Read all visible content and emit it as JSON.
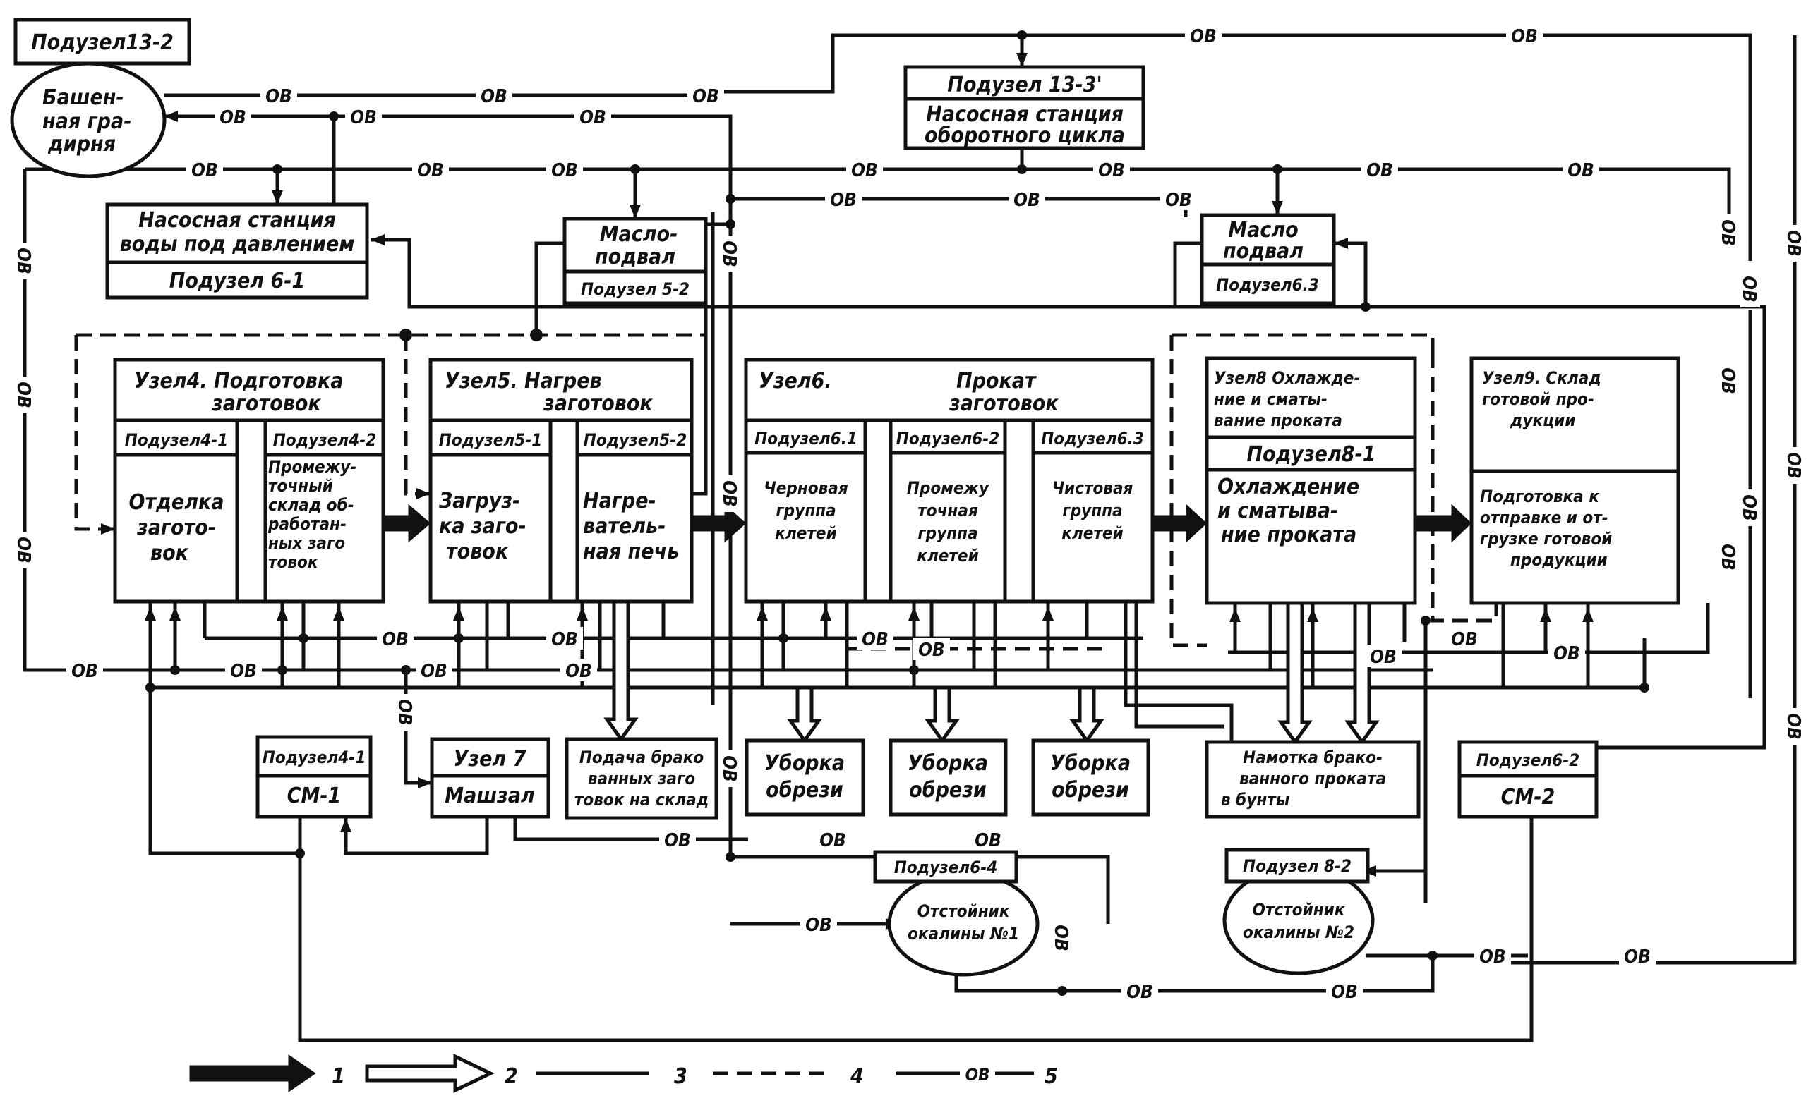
{
  "line_label": "OB",
  "nodes": {
    "n13_2": {
      "label": "Подузел13-2",
      "body": [
        "Башен-",
        "ная гра-",
        "дирня"
      ]
    },
    "pump_pressure": {
      "title": [
        "Насосная станция",
        "воды под давлением"
      ],
      "sub": "Подузел 6-1"
    },
    "oil5_2": {
      "title": [
        "Масло-",
        "подвал"
      ],
      "sub": "Подузел 5-2"
    },
    "n13_3": {
      "label": "Подузел 13-3'",
      "title": [
        "Насосная станция",
        "оборотного цикла"
      ]
    },
    "oil6_3": {
      "title": [
        "Масло",
        "подвал"
      ],
      "sub": "Подузел6.3"
    },
    "u4": {
      "title": [
        "Узел4.  Подготовка",
        "заготовок"
      ],
      "subs": [
        {
          "label": "Подузел4-1",
          "body": [
            "Отделка",
            "загото-",
            "вок"
          ]
        },
        {
          "label": "Подузел4-2",
          "body": [
            "Промежу-",
            "точный",
            "склад об-",
            "работан-",
            "ных заго",
            "товок"
          ]
        }
      ]
    },
    "u5": {
      "title": [
        "Узел5.   Нагрев",
        "заготовок"
      ],
      "subs": [
        {
          "label": "Подузел5-1",
          "body": [
            "Загруз-",
            "ка заго-",
            "товок"
          ]
        },
        {
          "label": "Подузел5-2",
          "body": [
            "Нагре-",
            "ватель-",
            "ная печь"
          ]
        }
      ]
    },
    "u6": {
      "title": [
        "Узел6.",
        "Прокат",
        "заготовок"
      ],
      "subs": [
        {
          "label": "Подузел6.1",
          "body": [
            "Черновая",
            "группа",
            "клетей"
          ]
        },
        {
          "label": "Подузел6-2",
          "body": [
            "Промежу",
            "точная",
            "группа",
            "клетей"
          ]
        },
        {
          "label": "Подузел6.3",
          "body": [
            "Чистовая",
            "группа",
            "клетей"
          ]
        }
      ]
    },
    "u8": {
      "title": [
        "Узел8 Охлажде-",
        "ние и сматы-",
        "вание проката"
      ],
      "sub": "Подузел8-1",
      "body": [
        "Охлаждение",
        "и сматыва-",
        "ние проката"
      ]
    },
    "u9": {
      "title": [
        "Узел9. Склад",
        "готовой про-",
        "дукции"
      ],
      "body": [
        "Подготовка к",
        "отправке и от-",
        "грузке готовой",
        "продукции"
      ]
    },
    "sm1": {
      "label": "Подузел4-1",
      "body": "СМ-1"
    },
    "u7": {
      "label": "Узел  7",
      "body": "Машзал"
    },
    "reject_feed": {
      "body": [
        "Подача брако",
        "ванных заго",
        "товок на склад"
      ]
    },
    "trim1": {
      "body": [
        "Уборка",
        "обрези"
      ]
    },
    "trim2": {
      "body": [
        "Уборка",
        "обрези"
      ]
    },
    "trim3": {
      "body": [
        "Уборка",
        "обрези"
      ]
    },
    "coil_reject": {
      "body": [
        "Намотка брако-",
        "ванного проката",
        "в бунты"
      ]
    },
    "sm2": {
      "label": "Подузел6-2",
      "body": "СМ-2"
    },
    "settler1": {
      "label": "Подузел6-4",
      "body": [
        "Отстойник",
        "окалины №1"
      ]
    },
    "settler2": {
      "label": "Подузел 8-2",
      "body": [
        "Отстойник",
        "окалины №2"
      ]
    }
  },
  "legend": [
    {
      "symbol": "filled-double-arrow",
      "number": "1"
    },
    {
      "symbol": "hollow-double-arrow",
      "number": "2"
    },
    {
      "symbol": "solid-line",
      "number": "3"
    },
    {
      "symbol": "dashed-line",
      "number": "4"
    },
    {
      "symbol": "ob-line",
      "number": "5",
      "text": "OB"
    }
  ]
}
